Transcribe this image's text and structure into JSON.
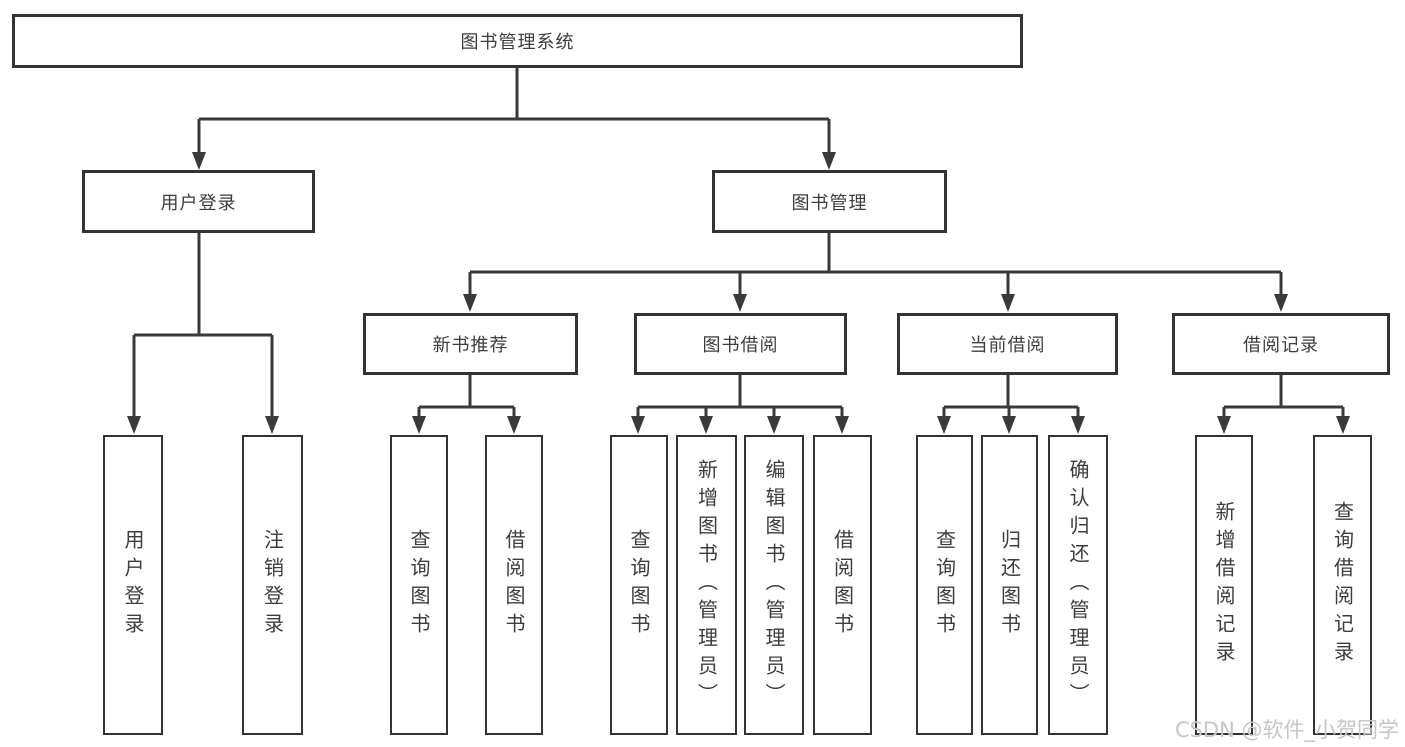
{
  "diagram": {
    "title": "图书管理系统",
    "level2": {
      "user_login": "用户登录",
      "book_mgmt": "图书管理"
    },
    "level3": {
      "new_book": "新书推荐",
      "book_borrow": "图书借阅",
      "current_borrow": "当前借阅",
      "borrow_records": "借阅记录"
    },
    "leaves": {
      "user_login": [
        "用户登录",
        "注销登录"
      ],
      "new_book": [
        "查询图书",
        "借阅图书"
      ],
      "book_borrow": [
        "查询图书",
        "新增图书（管理员）",
        "编辑图书（管理员）",
        "借阅图书"
      ],
      "current_borrow": [
        "查询图书",
        "归还图书",
        "确认归还（管理员）"
      ],
      "borrow_records": [
        "新增借阅记录",
        "查询借阅记录"
      ]
    }
  },
  "watermark": "CSDN @软件_小贺同学",
  "colors": {
    "line": "#3a3a3a",
    "box_border": "#333333",
    "text": "#3d3d3d",
    "watermark": "#c6c6c6",
    "background": "#ffffff"
  }
}
